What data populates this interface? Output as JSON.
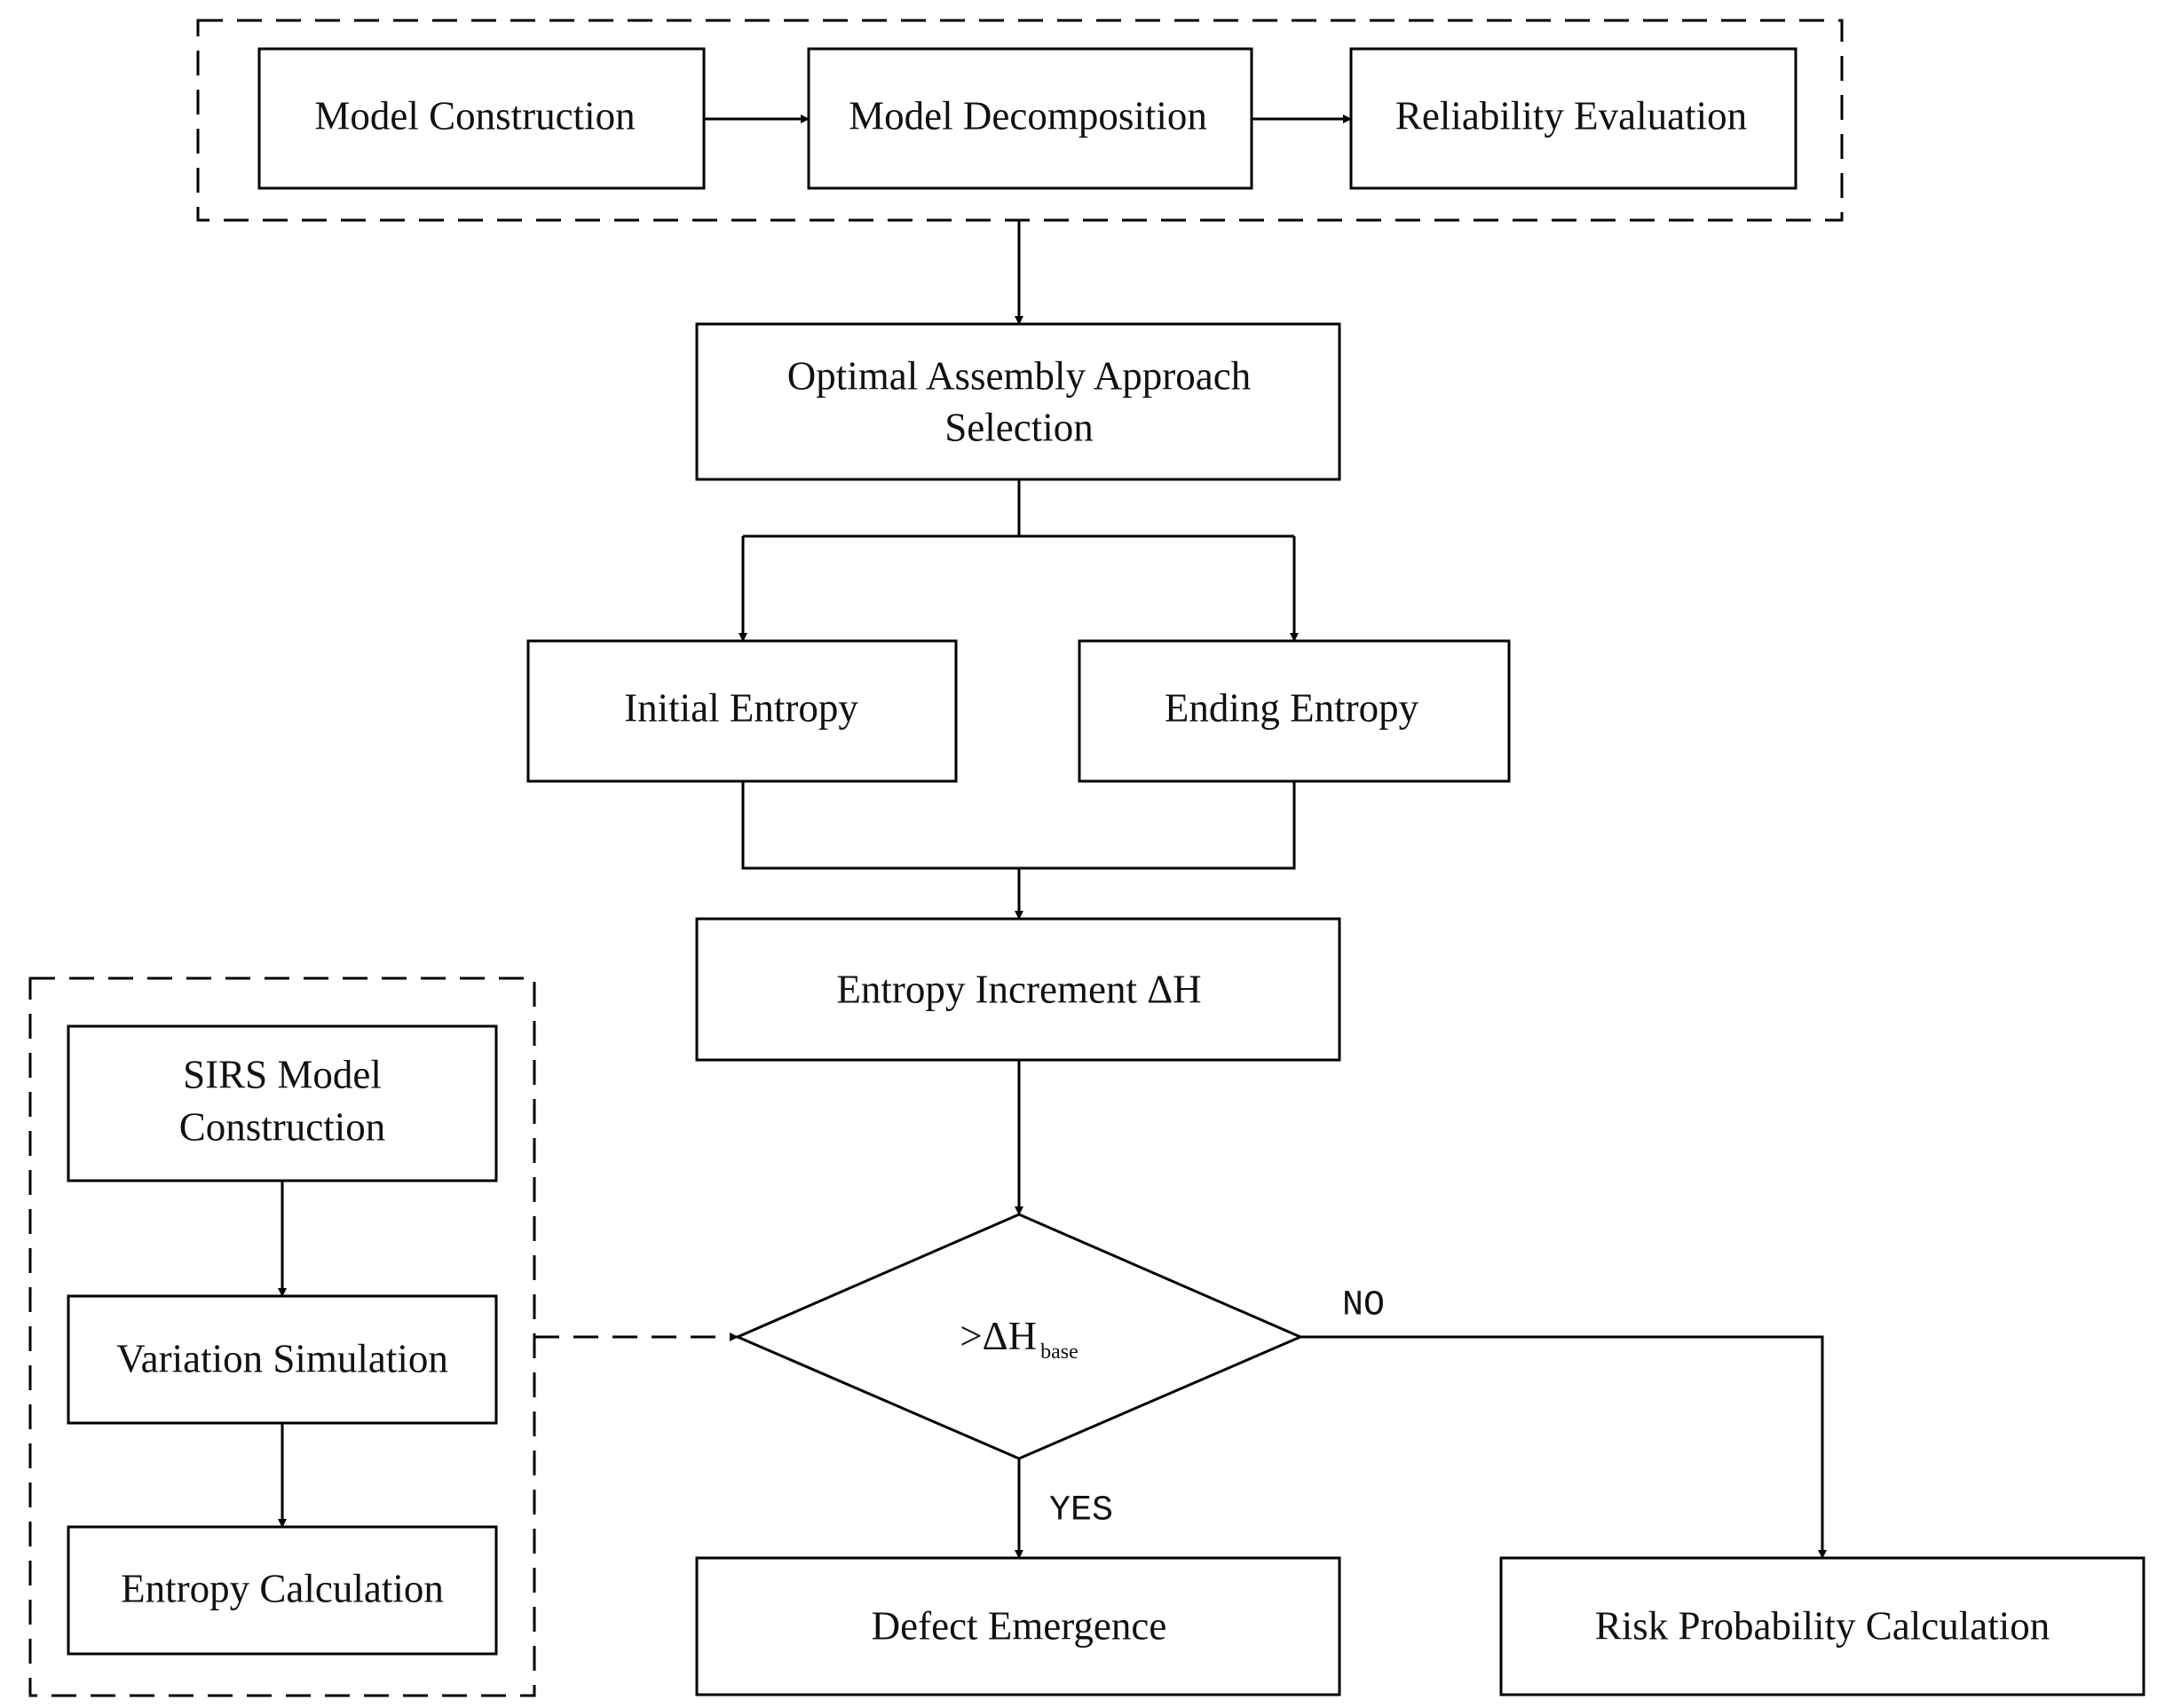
{
  "boxes": {
    "model_construction": "Model Construction",
    "model_decomposition": "Model Decomposition",
    "reliability_evaluation": "Reliability Evaluation",
    "optimal_assembly_line1": "Optimal Assembly Approach",
    "optimal_assembly_line2": "Selection",
    "initial_entropy": "Initial Entropy",
    "ending_entropy": "Ending Entropy",
    "entropy_increment": "Entropy Increment ΔH",
    "sirs_line1": "SIRS Model",
    "sirs_line2": "Construction",
    "variation_simulation": "Variation Simulation",
    "entropy_calculation": "Entropy Calculation",
    "defect_emergence": "Defect Emergence",
    "risk_probability": "Risk Probability Calculation"
  },
  "decision": {
    "prefix": ">ΔH",
    "subscript": "base",
    "no_label": "NO",
    "yes_label": "YES"
  },
  "icons": {
    "connector_arrow": "arrowhead-icon"
  },
  "colors": {
    "stroke": "#000000",
    "fill": "#ffffff",
    "text": "#111111"
  }
}
